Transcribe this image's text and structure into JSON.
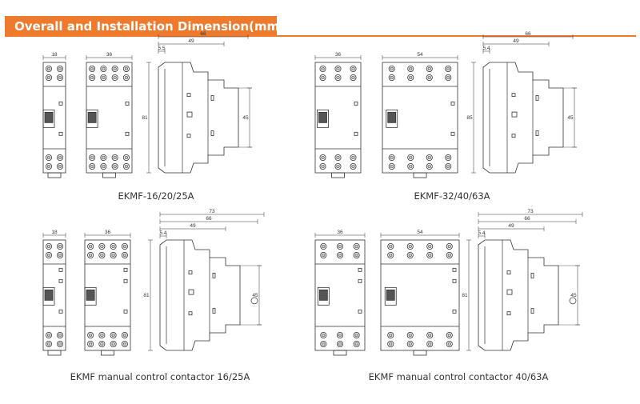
{
  "header": {
    "title": "Overall and Installation Dimension(mm)",
    "accent_color": "#ee7a2e"
  },
  "diagrams": [
    {
      "caption": "EKMF-16/20/25A",
      "front_views": [
        {
          "width_label": "18"
        },
        {
          "width_label": "36"
        }
      ],
      "side_view": {
        "top_labels": [
          "66",
          "49",
          "5.5"
        ],
        "height_label": "81",
        "rail_label": "45"
      }
    },
    {
      "caption": "EKMF-32/40/63A",
      "front_views": [
        {
          "width_label": "36"
        },
        {
          "width_label": "54"
        }
      ],
      "side_view": {
        "top_labels": [
          "66",
          "49",
          "5.4"
        ],
        "height_label": "85",
        "rail_label": "45"
      }
    },
    {
      "caption": "EKMF manual control contactor 16/25A",
      "front_views": [
        {
          "width_label": "18"
        },
        {
          "width_label": "36"
        }
      ],
      "side_view": {
        "top_labels": [
          "73",
          "66",
          "49",
          "5.4"
        ],
        "height_label": "81",
        "rail_label": "45"
      }
    },
    {
      "caption": "EKMF manual control contactor 40/63A",
      "front_views": [
        {
          "width_label": "36"
        },
        {
          "width_label": "54"
        }
      ],
      "side_view": {
        "top_labels": [
          "73",
          "66",
          "49",
          "5.4"
        ],
        "height_label": "81",
        "rail_label": "45"
      }
    }
  ]
}
